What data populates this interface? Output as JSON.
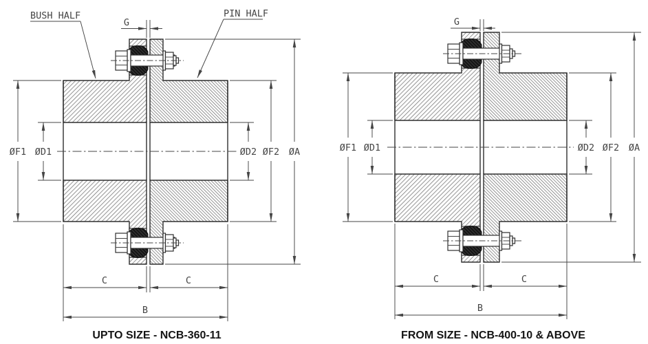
{
  "left": {
    "caption": "UPTO SIZE - NCB-360-11",
    "callout_bush": "BUSH HALF",
    "callout_pin": "PIN HALF",
    "dim_g": "G",
    "dim_f1": "ØF1",
    "dim_d1": "ØD1",
    "dim_d2": "ØD2",
    "dim_f2": "ØF2",
    "dim_a": "ØA",
    "dim_c": "C",
    "dim_b": "B"
  },
  "right": {
    "caption": "FROM SIZE - NCB-400-10 & ABOVE",
    "dim_g": "G",
    "dim_f1": "ØF1",
    "dim_d1": "ØD1",
    "dim_d2": "ØD2",
    "dim_f2": "ØF2",
    "dim_a": "ØA",
    "dim_c": "C",
    "dim_b": "B"
  },
  "colors": {
    "bg": "#ffffff",
    "line": "#2e2e2e",
    "dim": "#454545",
    "hatch": "#6f6f6f",
    "bush": "#161616"
  }
}
